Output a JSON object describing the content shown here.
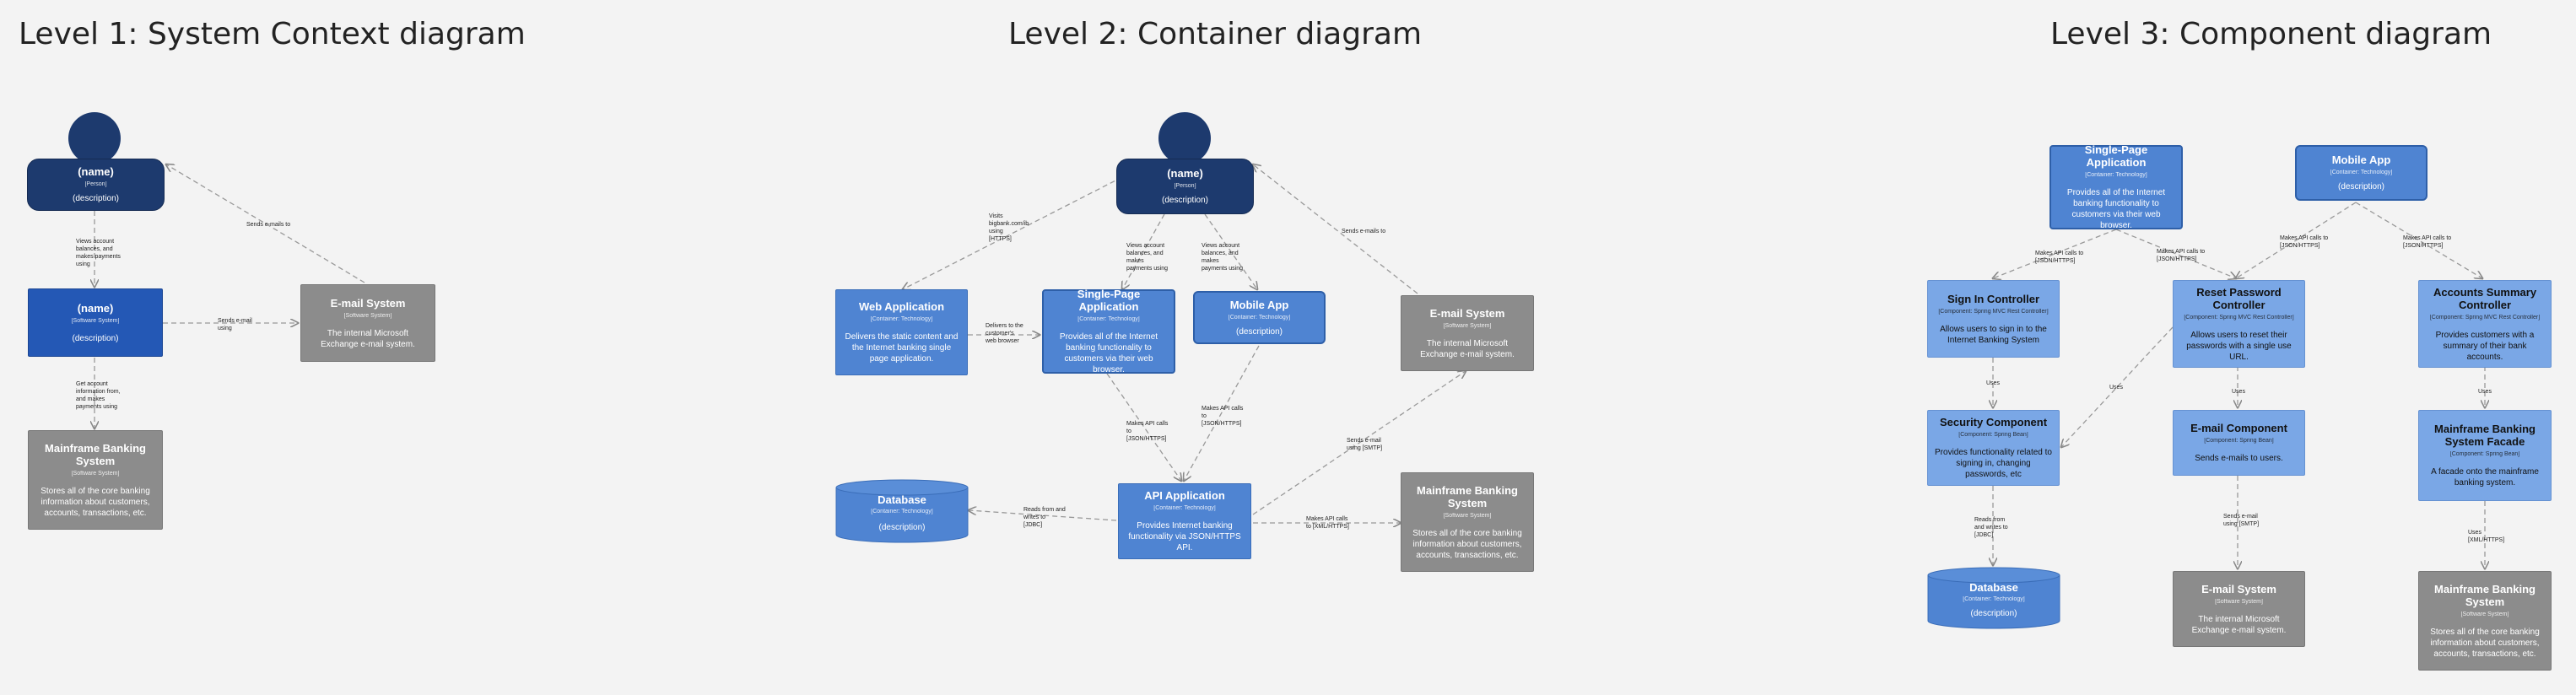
{
  "titles": {
    "level1": "Level 1: System Context diagram",
    "level2": "Level 2: Container diagram",
    "level3": "Level 3: Component diagram"
  },
  "colors": {
    "person": "#1d3a6e",
    "system": "#2458b5",
    "external": "#8c8c8c",
    "container": "#4f84d2",
    "component": "#7aa7e6",
    "background": "#f3f3f3"
  },
  "l1": {
    "person": {
      "name": "(name)",
      "type": "[Person]",
      "desc": "(description)"
    },
    "system": {
      "name": "(name)",
      "type": "[Software System]",
      "desc": "(description)"
    },
    "email": {
      "name": "E-mail System",
      "type": "[Software System]",
      "desc": "The internal Microsoft Exchange e-mail system."
    },
    "mainframe": {
      "name": "Mainframe Banking System",
      "type": "[Software System]",
      "desc": "Stores all of the core banking information about customers, accounts, transactions, etc."
    },
    "labels": {
      "views": "Views account balances, and makes payments using",
      "sends": "Sends e-mails to",
      "sendemail": "Sends e-mail using",
      "gets": "Get account information from, and makes payments using"
    }
  },
  "l2": {
    "person": {
      "name": "(name)",
      "type": "[Person]",
      "desc": "(description)"
    },
    "webapp": {
      "name": "Web Application",
      "type": "[Container: Technology]",
      "desc": "Delivers the static content and the Internet banking single page application."
    },
    "spa": {
      "name": "Single-Page Application",
      "type": "[Container: Technology]",
      "desc": "Provides all of the Internet banking functionality to customers via their web browser."
    },
    "mobile": {
      "name": "Mobile App",
      "type": "[Container: Technology]",
      "desc": "(description)"
    },
    "email": {
      "name": "E-mail System",
      "type": "[Software System]",
      "desc": "The internal Microsoft Exchange e-mail system."
    },
    "database": {
      "name": "Database",
      "type": "[Container: Technology]",
      "desc": "(description)"
    },
    "api": {
      "name": "API Application",
      "type": "[Container: Technology]",
      "desc": "Provides Internet banking functionality via JSON/HTTPS API."
    },
    "mainframe": {
      "name": "Mainframe Banking System",
      "type": "[Software System]",
      "desc": "Stores all of the core banking information about customers, accounts, transactions, etc."
    },
    "labels": {
      "visits": "Visits bigbank.com/ib using [HTTPS]",
      "views1": "Views account balances, and makes payments using",
      "views2": "Views account balances, and makes payments using",
      "sends": "Sends e-mails to",
      "delivers": "Delivers to the customer's web browser",
      "api1": "Makes API calls to [JSON/HTTPS]",
      "api2": "Makes API calls to [JSON/HTTPS]",
      "readwrite": "Reads from and writes to [JDBC]",
      "sendemail": "Sends e-mail using [SMTP]",
      "mfcalls": "Makes API calls to [XML/HTTPS]"
    }
  },
  "l3": {
    "spa": {
      "name": "Single-Page Application",
      "type": "[Container: Technology]",
      "desc": "Provides all of the Internet banking functionality to customers via their web browser."
    },
    "mobile": {
      "name": "Mobile App",
      "type": "[Container: Technology]",
      "desc": "(description)"
    },
    "signin": {
      "name": "Sign In Controller",
      "type": "[Component: Spring MVC Rest Controller]",
      "desc": "Allows users to sign in to the Internet Banking System"
    },
    "reset": {
      "name": "Reset Password Controller",
      "type": "[Component: Spring MVC Rest Controller]",
      "desc": "Allows users to reset their passwords with a single use URL."
    },
    "accounts": {
      "name": "Accounts Summary Controller",
      "type": "[Component: Spring MVC Rest Controller]",
      "desc": "Provides customers with a summary of their bank accounts."
    },
    "security": {
      "name": "Security Component",
      "type": "[Component: Spring Bean]",
      "desc": "Provides functionality related to signing in, changing passwords, etc"
    },
    "emailcomp": {
      "name": "E-mail Component",
      "type": "[Component: Spring Bean]",
      "desc": "Sends e-mails to users."
    },
    "facade": {
      "name": "Mainframe Banking System Facade",
      "type": "[Component: Spring Bean]",
      "desc": "A facade onto the mainframe banking system."
    },
    "database": {
      "name": "Database",
      "type": "[Container: Technology]",
      "desc": "(description)"
    },
    "email": {
      "name": "E-mail System",
      "type": "[Software System]",
      "desc": "The internal Microsoft Exchange e-mail system."
    },
    "mainframe": {
      "name": "Mainframe Banking System",
      "type": "[Software System]",
      "desc": "Stores all of the core banking information about customers, accounts, transactions, etc."
    },
    "labels": {
      "spa1": "Makes API calls to [JSON/HTTPS]",
      "spa2": "Makes API calls to [JSON/HTTPS]",
      "mob1": "Makes API calls to [JSON/HTTPS]",
      "mob2": "Makes API calls to [JSON/HTTPS]",
      "uses1": "Uses",
      "uses2": "Uses",
      "uses3": "Uses",
      "uses4": "Uses",
      "readwrite": "Reads from and writes to [JDBC]",
      "sendemail": "Sends e-mail using [SMTP]",
      "uses5": "Uses [XML/HTTPS]"
    }
  }
}
